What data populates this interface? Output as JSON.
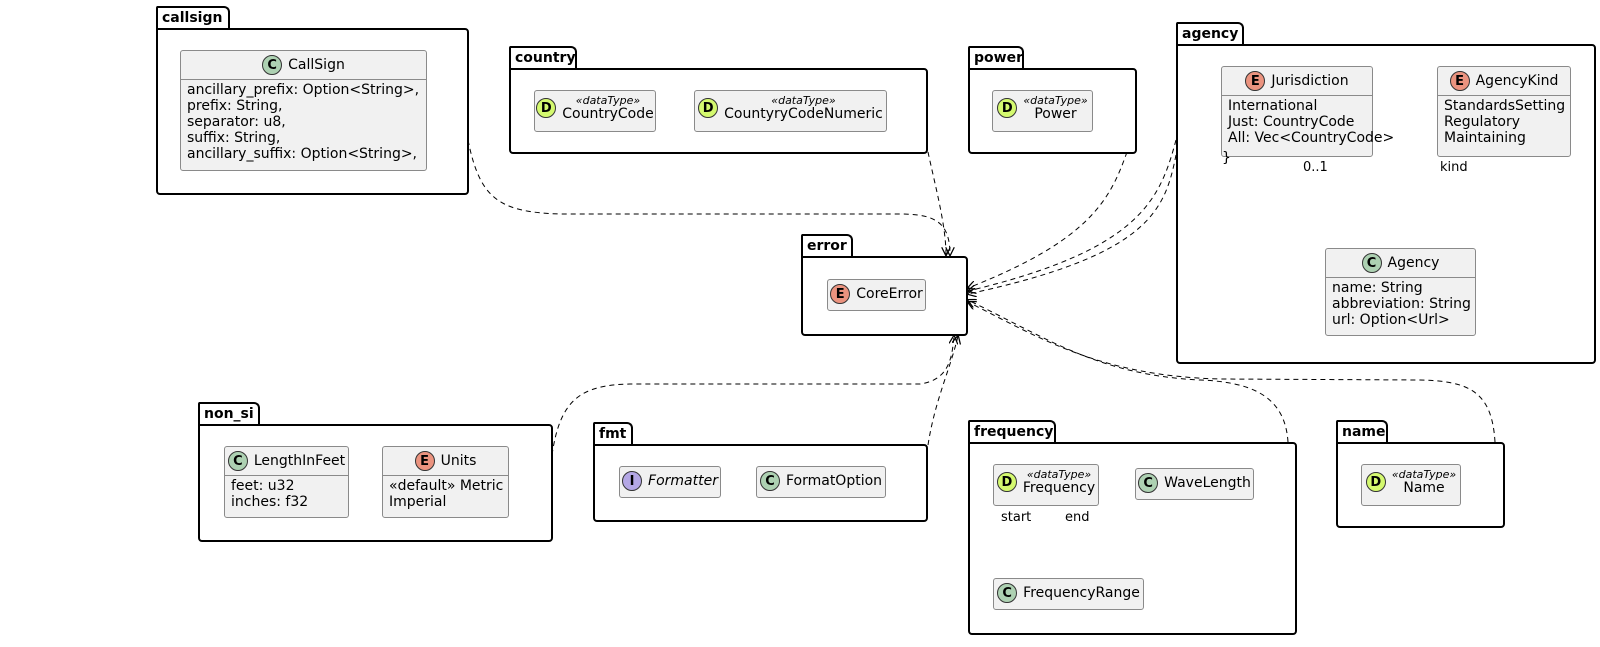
{
  "packages": {
    "callsign": {
      "name": "callsign",
      "classes": {
        "callsign": {
          "badge": "C",
          "name": "CallSign",
          "fields": [
            "ancillary_prefix: Option<String>,",
            "prefix: String,",
            "separator: u8,",
            "suffix: String,",
            "ancillary_suffix: Option<String>,"
          ]
        }
      }
    },
    "country": {
      "name": "country",
      "classes": {
        "countrycode": {
          "badge": "D",
          "stereotype": "«dataType»",
          "name": "CountryCode"
        },
        "countrycodenumeric": {
          "badge": "D",
          "stereotype": "«dataType»",
          "name": "CountyryCodeNumeric"
        }
      }
    },
    "power": {
      "name": "power",
      "classes": {
        "power": {
          "badge": "D",
          "stereotype": "«dataType»",
          "name": "Power"
        }
      }
    },
    "agency": {
      "name": "agency",
      "classes": {
        "jurisdiction": {
          "badge": "E",
          "name": "Jurisdiction",
          "fields": [
            "International",
            "Just: CountryCode",
            "All: Vec<CountryCode>"
          ]
        },
        "agencykind": {
          "badge": "E",
          "name": "AgencyKind",
          "fields": [
            "StandardsSetting",
            "Regulatory",
            "Maintaining"
          ]
        },
        "agency": {
          "badge": "C",
          "name": "Agency",
          "fields": [
            "name: String",
            "abbreviation: String",
            "url: Option<Url>"
          ]
        }
      },
      "labels": {
        "multiplicity": "0..1",
        "kind": "kind"
      }
    },
    "error": {
      "name": "error",
      "classes": {
        "coreerror": {
          "badge": "E",
          "name": "CoreError"
        }
      }
    },
    "non_si": {
      "name": "non_si",
      "classes": {
        "lengthinfeet": {
          "badge": "C",
          "name": "LengthInFeet",
          "fields": [
            "feet: u32",
            "inches: f32"
          ]
        },
        "units": {
          "badge": "E",
          "name": "Units",
          "fields": [
            "«default» Metric",
            "Imperial"
          ]
        }
      }
    },
    "fmt": {
      "name": "fmt",
      "classes": {
        "formatter": {
          "badge": "I",
          "name": "Formatter"
        },
        "formatoption": {
          "badge": "C",
          "name": "FormatOption"
        }
      }
    },
    "frequency": {
      "name": "frequency",
      "classes": {
        "frequency": {
          "badge": "D",
          "stereotype": "«dataType»",
          "name": "Frequency"
        },
        "wavelength": {
          "badge": "C",
          "name": "WaveLength"
        },
        "frequencyrange": {
          "badge": "C",
          "name": "FrequencyRange"
        }
      },
      "labels": {
        "start": "start",
        "end": "end"
      }
    },
    "name": {
      "name": "name",
      "classes": {
        "name": {
          "badge": "D",
          "stereotype": "«dataType»",
          "name": "Name"
        }
      }
    }
  },
  "colors": {
    "class_fill": "#f1f1f1",
    "class_badge": "#add1b2",
    "enum_badge": "#eb937f",
    "datatype_badge": "#d4f96f",
    "interface_badge": "#b4a7e5"
  }
}
